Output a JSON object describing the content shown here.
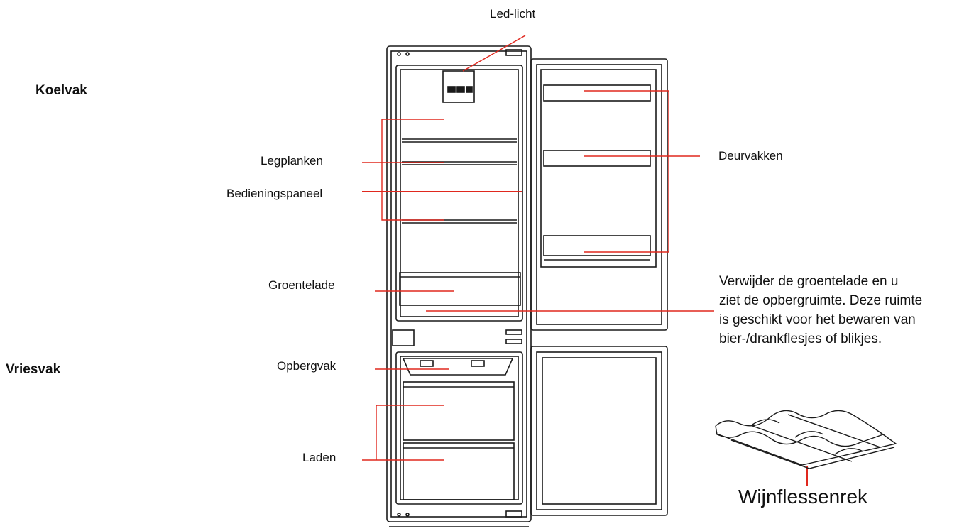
{
  "sections": {
    "fridge": "Koelvak",
    "freezer": "Vriesvak"
  },
  "labels": {
    "led": "Led-licht",
    "shelves": "Legplanken",
    "control_panel": "Bedieningspaneel",
    "crisper": "Groentelade",
    "storage": "Opbergvak",
    "drawers": "Laden",
    "door_racks": "Deurvakken"
  },
  "note": {
    "line1": "Verwijder de groentelade en u",
    "line2": "ziet de opbergruimte. Deze ruimte",
    "line3": "is geschikt voor het bewaren van",
    "line4": "bier-/drankflesjes of blikjes."
  },
  "wine_rack": "Wijnflessenrek",
  "colors": {
    "leader": "#e0281e",
    "outline": "#1a1a1a"
  }
}
